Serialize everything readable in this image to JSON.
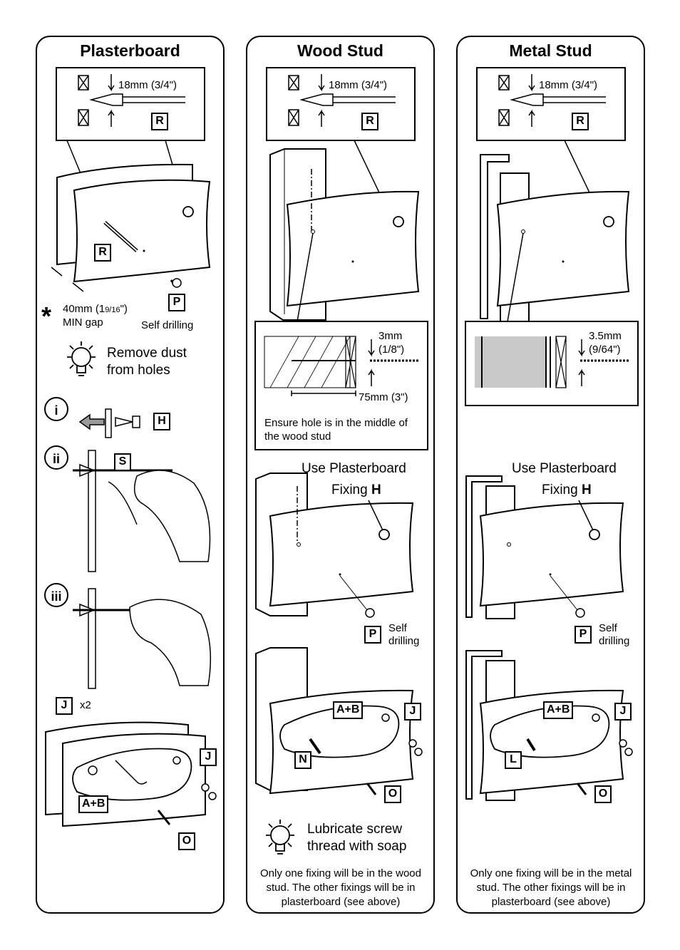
{
  "panels": [
    {
      "title": "Plasterboard",
      "drill_bit_size": "18mm (3/4\")",
      "tag_r1": "R",
      "tag_r2": "R",
      "tag_p": "P",
      "gap_star": "*",
      "gap_line1_main": "40mm (1",
      "gap_line1_frac": "9/16",
      "gap_line1_end": "\")",
      "gap_line2": "MIN gap",
      "self_drilling": "Self drilling",
      "tip_dust_line1": "Remove dust",
      "tip_dust_line2": "from holes",
      "steps": [
        "i",
        "ii",
        "iii"
      ],
      "tag_h": "H",
      "tag_s": "S",
      "tag_j_top": "J",
      "qty_x2": "x2",
      "tag_j": "J",
      "tag_ab": "A+B",
      "tag_o": "O"
    },
    {
      "title": "Wood Stud",
      "drill_bit_size": "18mm (3/4\")",
      "tag_r": "R",
      "pilot_line1": "3mm",
      "pilot_line2": "(1/8\")",
      "depth": "75mm (3\")",
      "ensure_text": "Ensure hole is in the middle of the wood stud",
      "use_line1": "Use Plasterboard",
      "use_line2": "Fixing",
      "use_tag": "H",
      "tag_p": "P",
      "self_line1": "Self",
      "self_line2": "drilling",
      "tag_ab": "A+B",
      "tag_j": "J",
      "tag_n": "N",
      "tag_o": "O",
      "tip_soap_line1": "Lubricate screw",
      "tip_soap_line2": "thread with soap",
      "footer": "Only one fixing will be in the wood stud. The other fixings will be in plasterboard (see above)"
    },
    {
      "title": "Metal Stud",
      "drill_bit_size": "18mm (3/4\")",
      "tag_r": "R",
      "pilot_line1": "3.5mm",
      "pilot_line2": "(9/64\")",
      "use_line1": "Use Plasterboard",
      "use_line2": "Fixing",
      "use_tag": "H",
      "tag_p": "P",
      "self_line1": "Self",
      "self_line2": "drilling",
      "tag_ab": "A+B",
      "tag_j": "J",
      "tag_l": "L",
      "tag_o": "O",
      "footer": "Only one fixing will be in the metal stud. The other fixings will be in plasterboard (see above)"
    }
  ],
  "colors": {
    "stroke": "#000000",
    "fill": "#ffffff",
    "metal_shade": "#c8c8c8"
  },
  "icons": [
    "drill-bit-icon",
    "lightbulb-icon",
    "screw-icon",
    "hand-icon",
    "board-icon",
    "stud-icon",
    "bracket-icon"
  ]
}
